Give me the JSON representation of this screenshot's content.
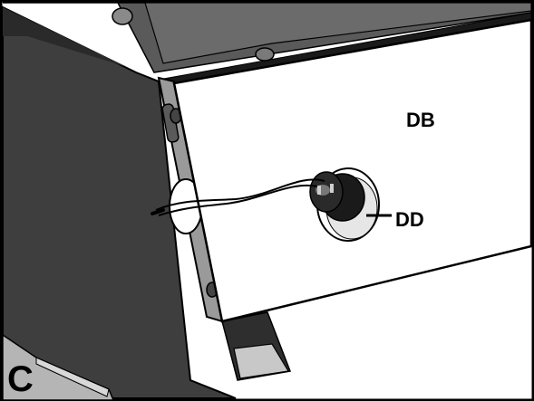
{
  "figure": {
    "labels": {
      "panel": "DB",
      "igniter": "DD",
      "side": "C"
    },
    "colors": {
      "frame": "#1c1c1c",
      "cabinet_side": "#4a4a4a",
      "cabinet_inner": "#3a3a3a",
      "panel": "#ffffff",
      "bracket": "#9a9a9a",
      "knob": "#1a1a1a",
      "outline": "#000000"
    },
    "icons": [
      "igniter-button-icon",
      "screw-icon",
      "wire-icon"
    ]
  }
}
